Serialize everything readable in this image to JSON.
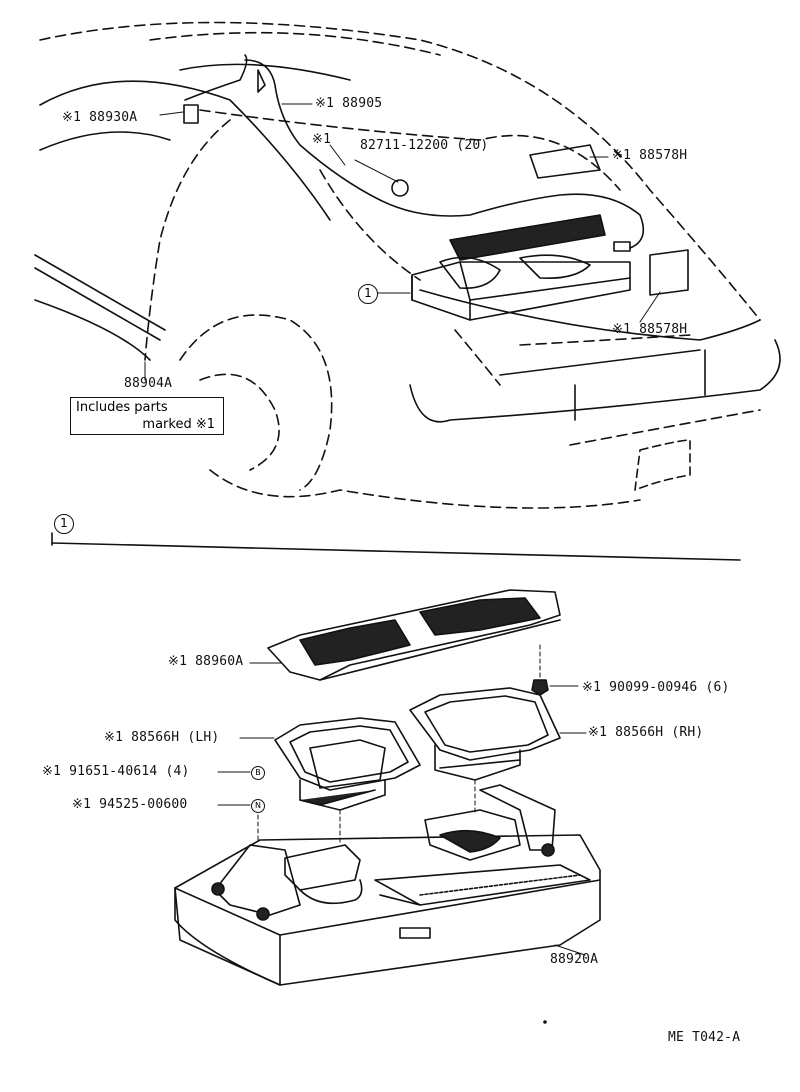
{
  "labels": {
    "p88905": "※1  88905",
    "p88930A": "※1  88930A",
    "star_wire": "※1",
    "p82711": "82711-12200 (20)",
    "p88578H_top": "※1  88578H",
    "p88578H_bottom": "※1  88578H",
    "p88904A": "88904A",
    "p88960A": "※1  88960A",
    "p90099": "※1  90099-00946 (6)",
    "p88566H_LH": "※1  88566H (LH)",
    "p88566H_RH": "※1  88566H (RH)",
    "p91651": "※1  91651-40614 (4)",
    "p94525": "※1  94525-00600",
    "p88920A": "88920A",
    "code": "ME T042-A"
  },
  "note": {
    "line1": "Includes parts",
    "line2": "marked ※1"
  },
  "callouts": {
    "ref_top": "1",
    "ref_section": "1",
    "bolt_mark": "B",
    "nut_mark": "N"
  }
}
